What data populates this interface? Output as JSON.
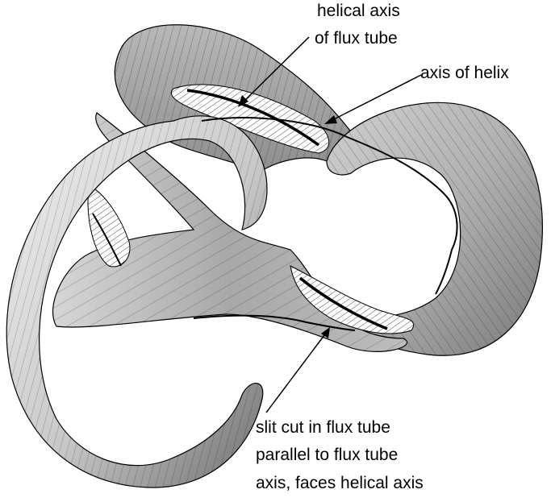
{
  "figure": {
    "labels": {
      "helical_axis_line1": "helical axis",
      "helical_axis_line2": "of flux tube",
      "axis_of_helix": "axis of helix",
      "slit_line1": "slit cut in flux tube",
      "slit_line2": "parallel to flux tube",
      "slit_line3": "axis, faces helical axis"
    },
    "colors": {
      "tube_shade": "#b4b4b4",
      "tube_light": "#e6e6e6",
      "tube_dark": "#7c7c7c",
      "inner_surface": "#ffffff",
      "line": "#000000"
    }
  }
}
